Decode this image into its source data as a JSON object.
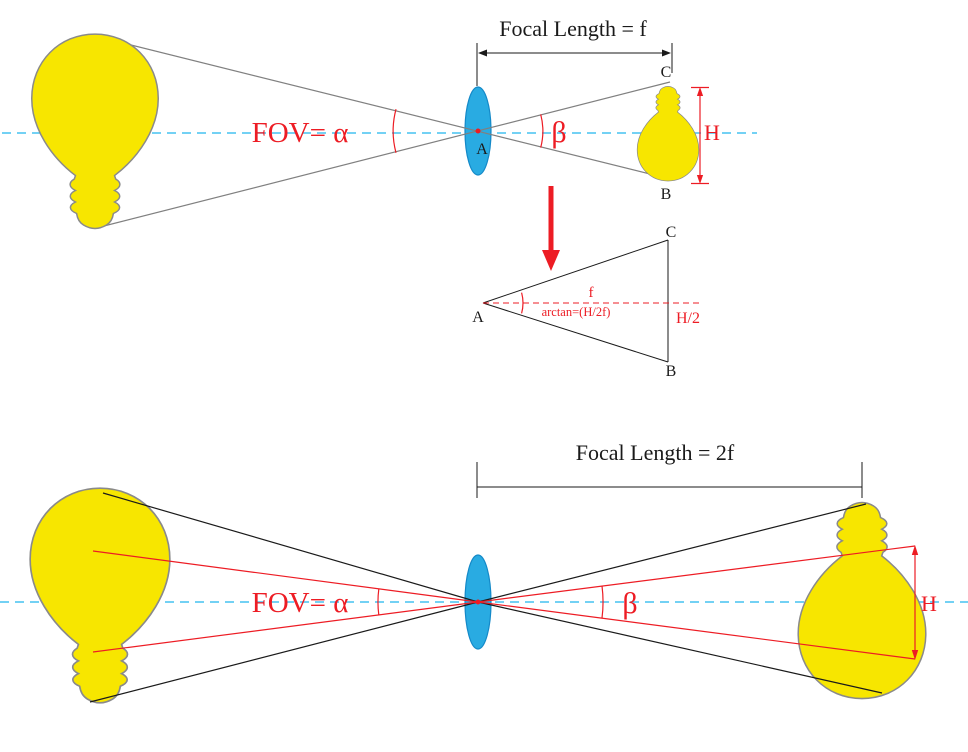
{
  "colors": {
    "background": "#ffffff",
    "bulb_yellow": "#f7e600",
    "bulb_outline": "#8a8a8a",
    "lens_blue": "#29abe2",
    "lens_outline": "#1489c8",
    "axis_cyan": "#45c2f0",
    "accent_red": "#ed1c24",
    "ray_gray": "#808080",
    "ink_black": "#1a1a1a"
  },
  "top_diagram": {
    "focal_length_label": "Focal Length = f",
    "fov_label": "FOV= α",
    "beta_label": "β",
    "lens_point_label": "A",
    "image_top_label": "C",
    "image_bottom_label": "B",
    "image_height_label": "H"
  },
  "triangle_diagram": {
    "apex_label": "A",
    "top_label": "C",
    "bottom_label": "B",
    "focal_side_label": "f",
    "angle_label": "arctan=(H/2f)",
    "half_height_label": "H/2"
  },
  "bottom_diagram": {
    "focal_length_label": "Focal Length = 2f",
    "fov_label": "FOV= α",
    "beta_label": "β",
    "image_height_label": "H"
  }
}
